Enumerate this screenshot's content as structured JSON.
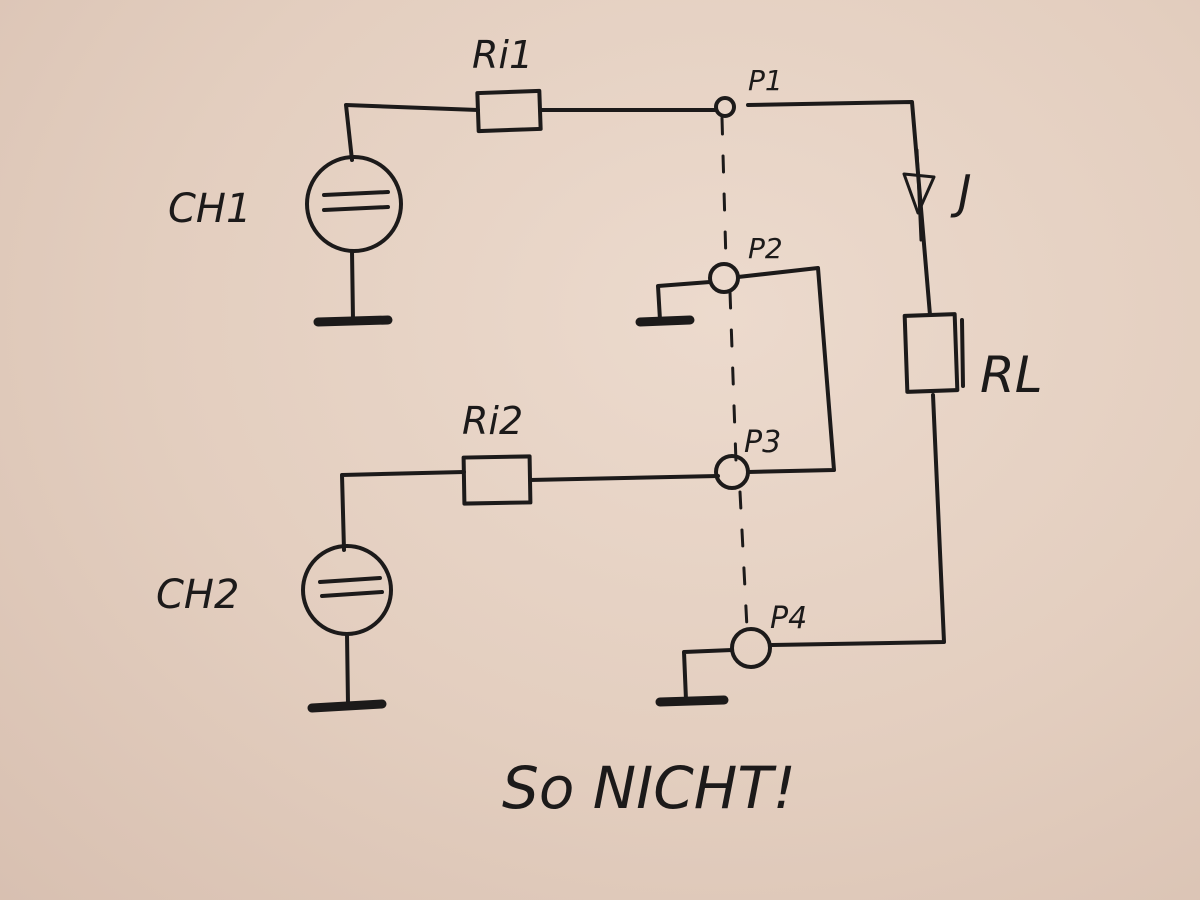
{
  "labels": {
    "ri1": "Ri1",
    "ri2": "Ri2",
    "p1": "P1",
    "p2": "P2",
    "p3": "P3",
    "p4": "P4",
    "ch1": "CH1",
    "ch2": "CH2",
    "current": "J",
    "rl": "RL",
    "caption": "So NICHT!"
  },
  "colors": {
    "ink": "#1c1a1a",
    "paper": "#e3cfc2"
  }
}
